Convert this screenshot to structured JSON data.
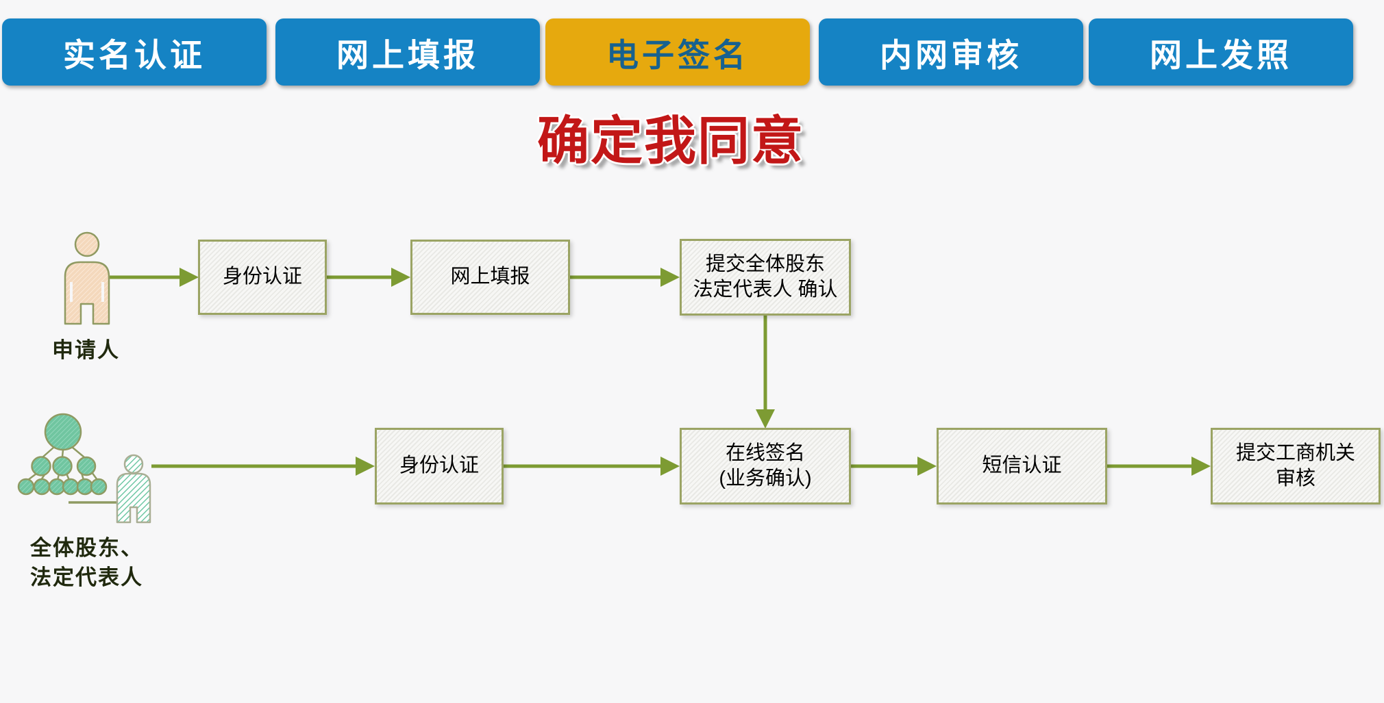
{
  "tabs": [
    {
      "label": "实名认证",
      "active": false
    },
    {
      "label": "网上填报",
      "active": false
    },
    {
      "label": "电子签名",
      "active": true
    },
    {
      "label": "内网审核",
      "active": false
    },
    {
      "label": "网上发照",
      "active": false
    }
  ],
  "title": "确定我同意",
  "flow": {
    "actors": {
      "applicant": {
        "label": "申请人",
        "icon": "person-icon"
      },
      "shareholders": {
        "label": "全体股东、\n法定代表人",
        "icons": [
          "org-tree-icon",
          "person-icon"
        ]
      }
    },
    "row1": [
      {
        "label": "身份认证"
      },
      {
        "label": "网上填报"
      },
      {
        "label": "提交全体股东\n法定代表人 确认"
      }
    ],
    "row2": [
      {
        "label": "身份认证"
      },
      {
        "label": "在线签名\n(业务确认)"
      },
      {
        "label": "短信认证"
      },
      {
        "label": "提交工商机关\n审核"
      }
    ]
  },
  "colors": {
    "tab_blue": "#1583c4",
    "tab_active_bg": "#e6a90e",
    "tab_active_text": "#17618f",
    "title_red": "#c21717",
    "arrow_green": "#7d9b33",
    "box_border": "#9ba464",
    "applicant_fill": "#f4d8bc",
    "group_fill": "#70c5a0",
    "background": "#f7f7f8"
  }
}
